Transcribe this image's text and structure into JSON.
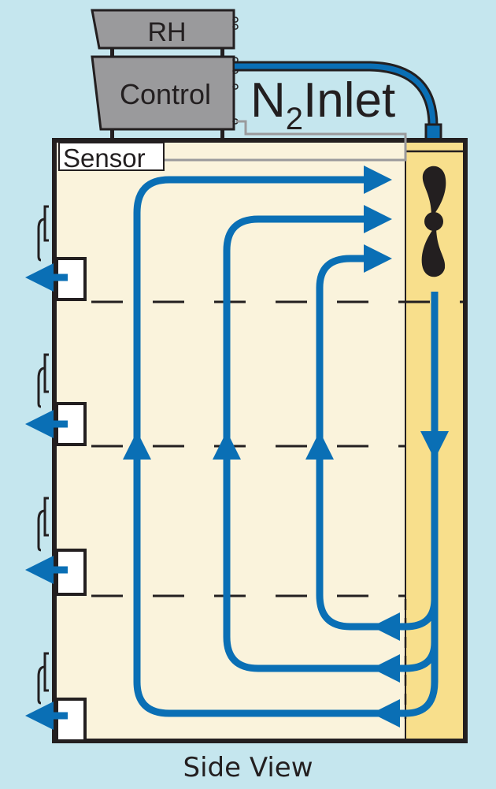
{
  "diagram": {
    "title": "Side View",
    "colors": {
      "background": "#c5e6ee",
      "cabinet": "#faf3dc",
      "duct": "#f8df8c",
      "airflow": "#0a6fb5",
      "device": "#9a9a9c",
      "outline": "#231f20",
      "sensor_wire": "#9a9a9c"
    },
    "devices": {
      "rh_label": "RH",
      "control_label": "Control"
    },
    "inlet": {
      "gas": "N",
      "subscript": "2",
      "label": "Inlet"
    },
    "sensor_label": "Sensor",
    "fan_icon": "fan-icon",
    "shelves": 4,
    "exhaust_ports": 4,
    "circulation_loops": 3
  }
}
